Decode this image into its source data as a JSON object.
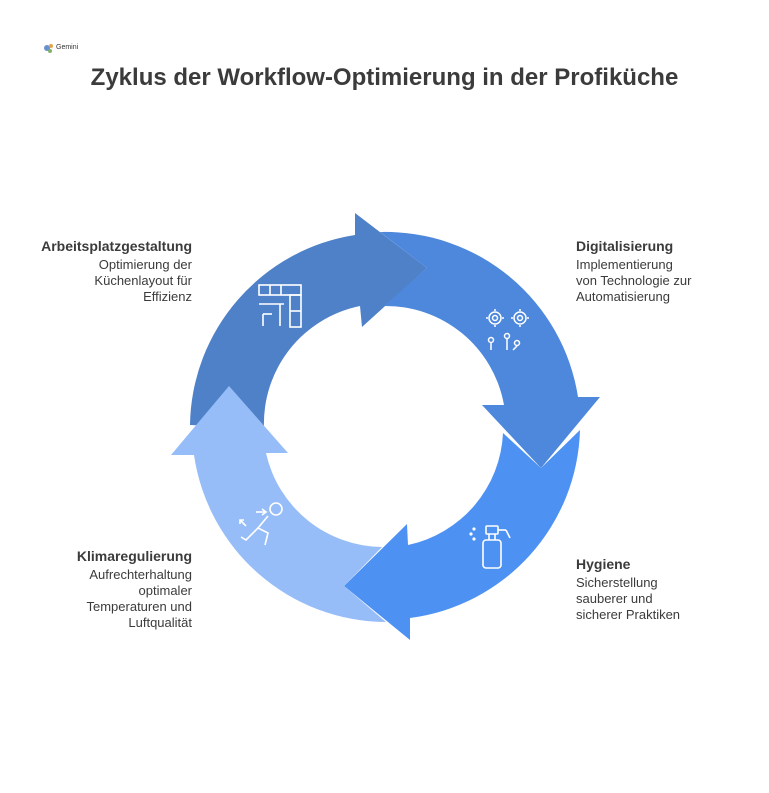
{
  "header": {
    "logo_text": "Gemini",
    "title": "Zyklus der Workflow-Optimierung in der Profiküche"
  },
  "steps": [
    {
      "heading": "Arbeitsplatzgestaltung",
      "desc_lines": [
        "Optimierung der",
        "Küchenlayout für",
        "Effizienz"
      ],
      "color": "#4f81c9",
      "icon": "kitchen-layout-icon"
    },
    {
      "heading": "Digitalisierung",
      "desc_lines": [
        "Implementierung",
        "von Technologie zur",
        "Automatisierung"
      ],
      "color": "#4d88dc",
      "icon": "gears-automation-icon"
    },
    {
      "heading": "Hygiene",
      "desc_lines": [
        "Sicherstellung",
        "sauberer und",
        "sicherer Praktiken"
      ],
      "color": "#4d92f3",
      "icon": "spray-bottle-icon"
    },
    {
      "heading": "Klimaregulierung",
      "desc_lines": [
        "Aufrechterhaltung",
        "optimaler",
        "Temperaturen und",
        "Luftqualität"
      ],
      "color": "#97bdf8",
      "icon": "person-air-icon"
    }
  ]
}
